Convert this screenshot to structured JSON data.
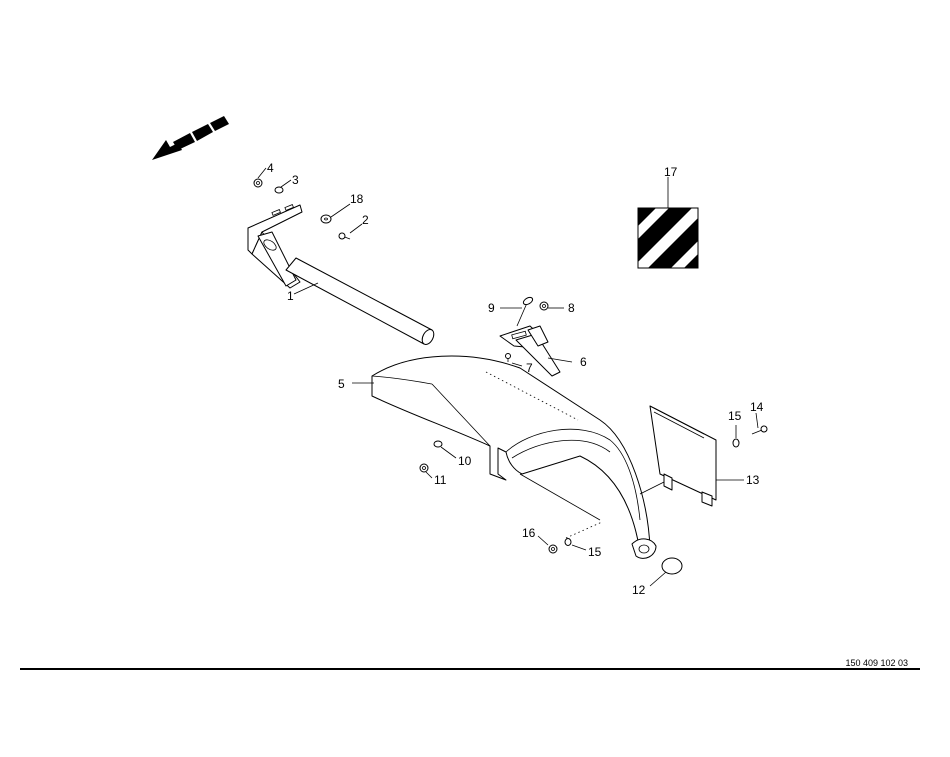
{
  "drawing_number": "150 409 102 03",
  "callouts": {
    "c1": "1",
    "c2": "2",
    "c3": "3",
    "c4": "4",
    "c5": "5",
    "c6": "6",
    "c7": "7",
    "c8": "8",
    "c9": "9",
    "c10": "10",
    "c11": "11",
    "c12": "12",
    "c13": "13",
    "c14": "14",
    "c15a": "15",
    "c15b": "15",
    "c16": "16",
    "c17": "17",
    "c18": "18"
  },
  "colors": {
    "line": "#000000",
    "background": "#ffffff"
  }
}
